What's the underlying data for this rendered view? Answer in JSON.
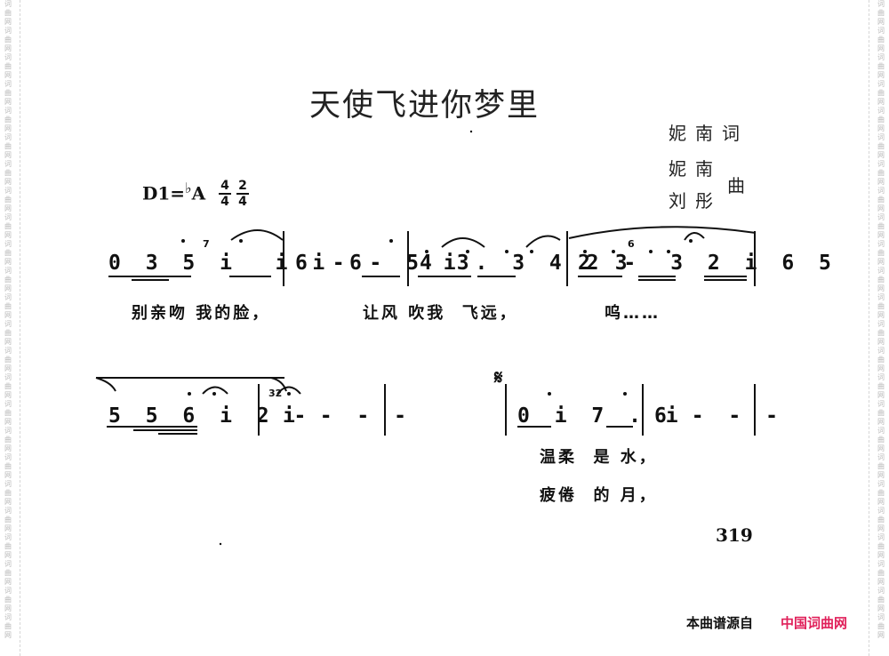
{
  "watermark": {
    "text": "词曲网词曲网词曲网词曲网词曲网词曲网词曲网词曲网词曲网词曲网词曲网词曲网词曲网词曲网词曲网词曲网词曲网词曲网词曲网词曲网词曲网词曲网词曲网词曲网",
    "color": "#b9b9b9"
  },
  "song": {
    "title": "天使飞进你梦里",
    "lyricist": "妮南词",
    "composer_line1": "妮南",
    "composer_line2": "刘彤",
    "composer_suffix": "曲",
    "key": "D1=",
    "key_value": "A",
    "flat": "♭",
    "time_sig": {
      "a_top": "4",
      "a_bottom": "4",
      "b_top": "2",
      "b_bottom": "4"
    }
  },
  "line1": {
    "m1": "0 3 5 i  i i 6",
    "m2": "6 - - 5 i",
    "m3": "4 3. 3 4 2 -",
    "m4": "2 3  3 2 i 6 5",
    "grace1": "7",
    "grace2": "6",
    "lyrics_a": "别亲吻 我的脸，",
    "lyrics_b": "让风 吹我  飞远，",
    "lyrics_c": "呜……"
  },
  "line2": {
    "m1": "5 5 6 i 2 -",
    "m2": "i - - -",
    "m3": "0 i 7 . i",
    "m4": "6 - - -",
    "grace": "32",
    "segno": "𝄋",
    "lyrics_a": "温柔  是 水，",
    "lyrics_b": "疲倦  的 月，"
  },
  "page_number": "319",
  "footer": {
    "source_label": "本曲谱源自",
    "site_name": "中国词曲网",
    "brand_color": "#e0205a"
  }
}
